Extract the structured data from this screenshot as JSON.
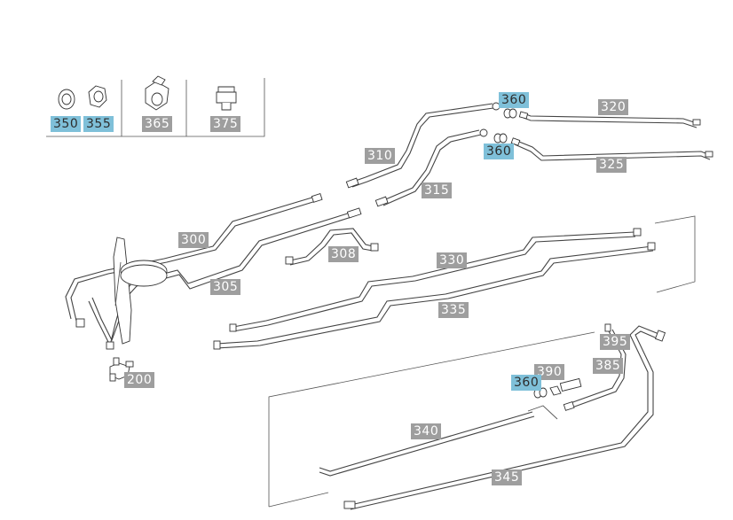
{
  "labels": {
    "p200": "200",
    "p300": "300",
    "p305": "305",
    "p308": "308",
    "p310": "310",
    "p315": "315",
    "p320": "320",
    "p325": "325",
    "p330": "330",
    "p335": "335",
    "p340": "340",
    "p345": "345",
    "p350": "350",
    "p355": "355",
    "p360a": "360",
    "p360b": "360",
    "p360c": "360",
    "p365": "365",
    "p375": "375",
    "p385": "385",
    "p390": "390",
    "p395": "395"
  },
  "colors": {
    "label_gray": "#9e9e9e",
    "label_highlight": "#7fc0d9",
    "line": "#444444"
  }
}
